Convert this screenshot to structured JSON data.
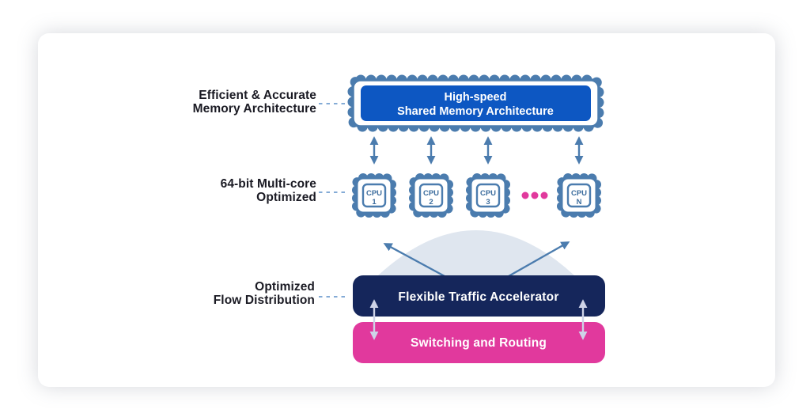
{
  "side_labels": {
    "memory": {
      "line1": "Efficient & Accurate",
      "line2": "Memory Architecture"
    },
    "multicore": {
      "line1": "64-bit Multi-core",
      "line2": "Optimized"
    },
    "flow": {
      "line1": "Optimized",
      "line2": "Flow Distribution"
    }
  },
  "memory_chip": {
    "line1": "High-speed",
    "line2": "Shared Memory Architecture"
  },
  "cpus": [
    {
      "label": "CPU",
      "id": "1"
    },
    {
      "label": "CPU",
      "id": "2"
    },
    {
      "label": "CPU",
      "id": "3"
    },
    {
      "label": "CPU",
      "id": "N"
    }
  ],
  "accelerator": {
    "label": "Flexible Traffic Accelerator"
  },
  "switching": {
    "label": "Switching and Routing"
  },
  "icons": {
    "ellipsis": "three-dots-continuation",
    "chip": "processor-chip",
    "arrows": "bidirectional-arrow"
  },
  "colors": {
    "steel_blue": "#4b7cae",
    "bright_blue": "#0d57c2",
    "navy": "#15265b",
    "magenta": "#e1399d",
    "fan_fill": "#dfe6ef",
    "lavender_arrow": "#ced3e7",
    "dash_connector": "#84abd6",
    "label_text": "#1a1a23",
    "cpu_text": "#3c6d9e"
  }
}
